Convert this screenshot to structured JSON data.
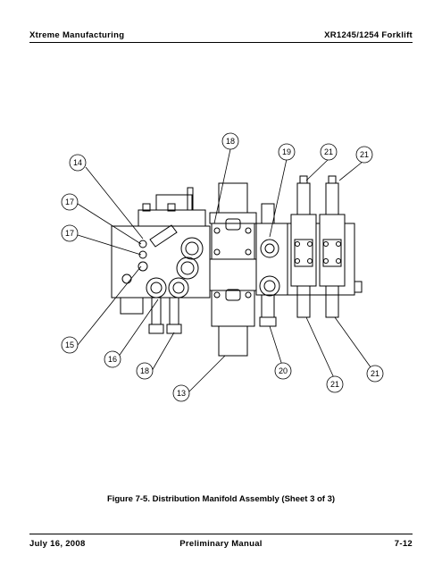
{
  "header": {
    "left": "Xtreme Manufacturing",
    "right": "XR1245/1254 Forklift"
  },
  "figure": {
    "caption": "Figure 7-5.  Distribution Manifold Assembly  (Sheet 3 of 3)",
    "callouts": [
      "14",
      "18",
      "19",
      "21",
      "21",
      "17",
      "17",
      "15",
      "16",
      "18",
      "13",
      "20",
      "21",
      "21"
    ]
  },
  "footer": {
    "left": "July 16, 2008",
    "center": "Preliminary Manual",
    "right": "7-12"
  }
}
